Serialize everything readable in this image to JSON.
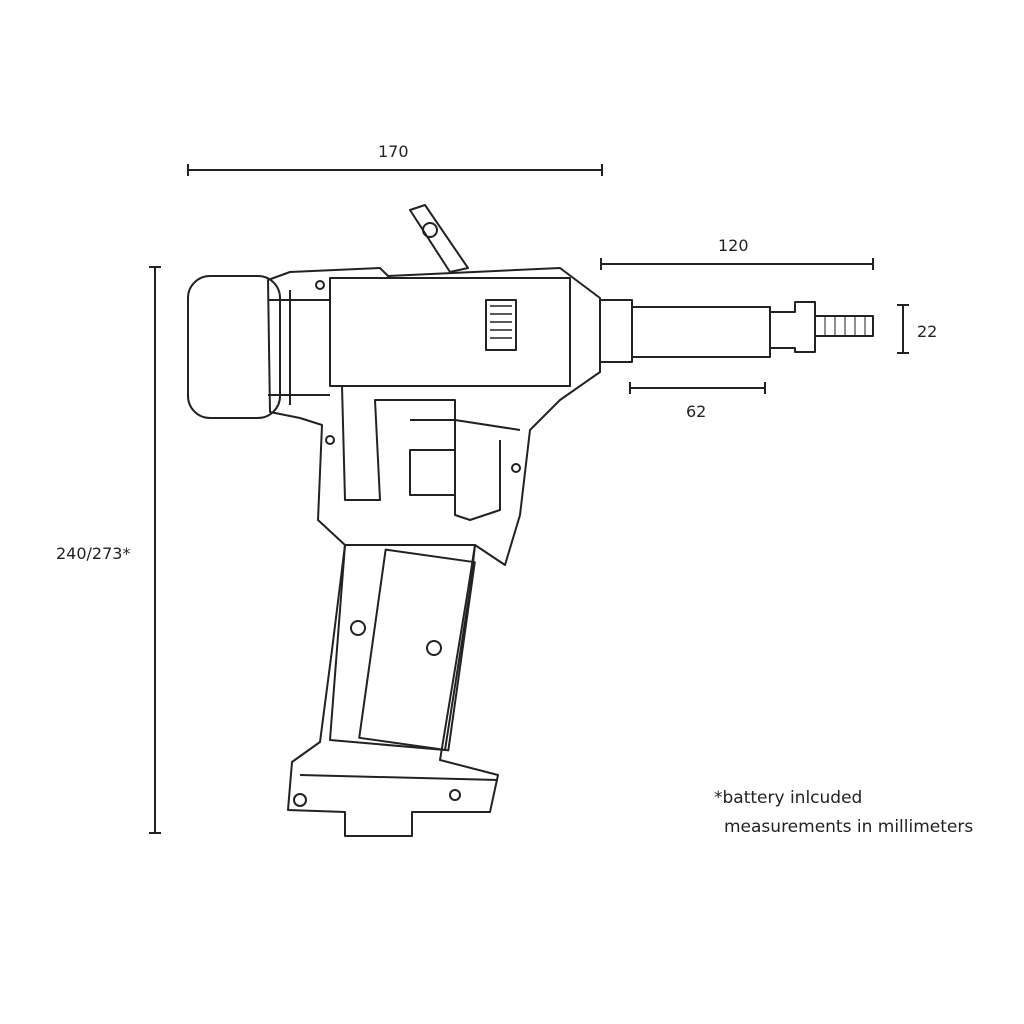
{
  "dimensions": {
    "overall_length": "170",
    "nozzle_length": "120",
    "nozzle_diameter": "22",
    "tube_length": "62",
    "height": "240/273*"
  },
  "notes": {
    "battery": "*battery inlcuded",
    "units": "measurements in millimeters"
  },
  "colors": {
    "line": "#222222",
    "background": "#ffffff"
  }
}
